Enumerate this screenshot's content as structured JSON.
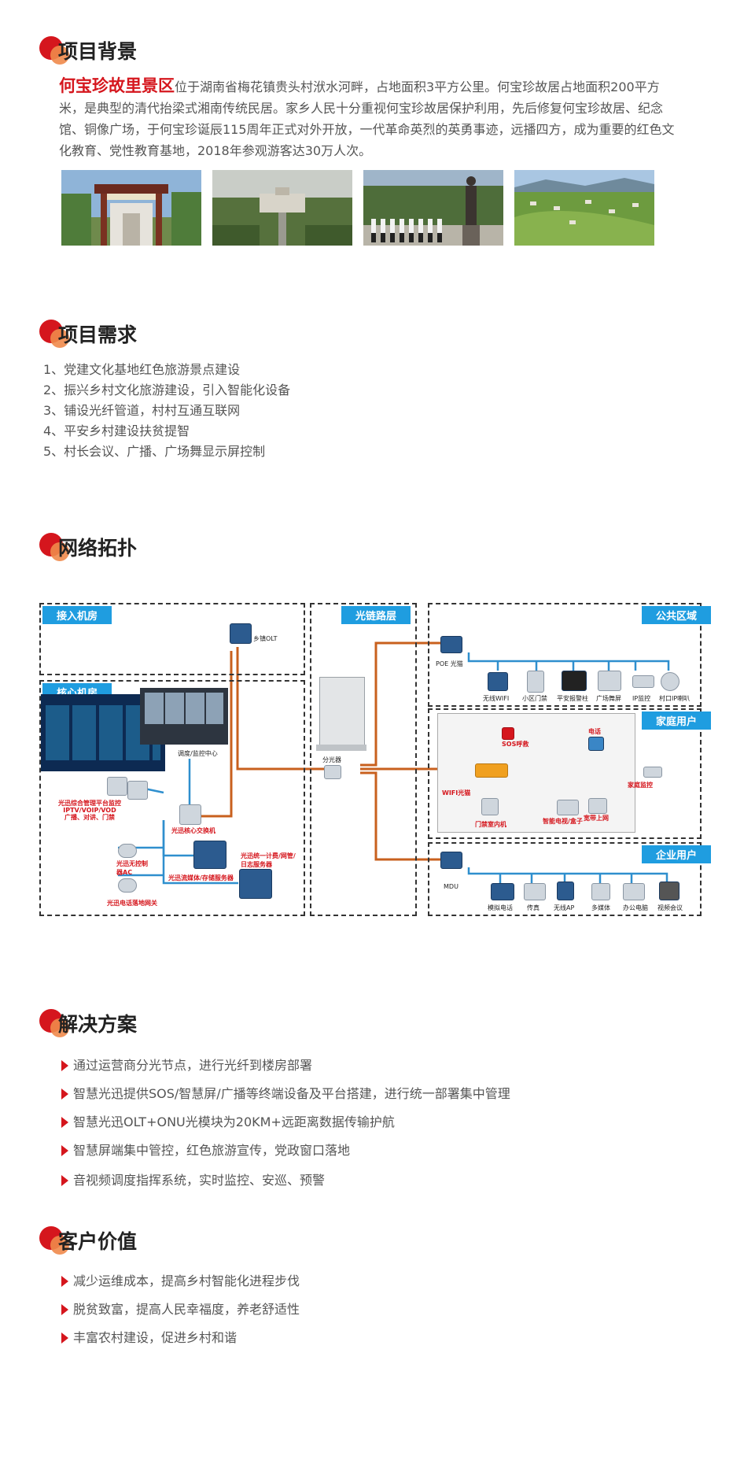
{
  "sections": {
    "background": {
      "title": "项目背景"
    },
    "requirements": {
      "title": "项目需求"
    },
    "topology": {
      "title": "网络拓扑"
    },
    "solution": {
      "title": "解决方案"
    },
    "value": {
      "title": "客户价值"
    }
  },
  "background": {
    "highlight": "何宝珍故里景区",
    "text": "位于湖南省梅花镇贵头村洑水河畔，占地面积3平方公里。何宝珍故居占地面积200平方米，是典型的清代抬梁式湘南传统民居。家乡人民十分重视何宝珍故居保护利用，先后修复何宝珍故居、纪念馆、铜像广场，于何宝珍诞辰115周年正式对外开放，一代革命英烈的英勇事迹，远播四方，成为重要的红色文化教育、党性教育基地，2018年参观游客达30万人次。"
  },
  "requirements": [
    "1、党建文化基地红色旅游景点建设",
    "2、振兴乡村文化旅游建设，引入智能化设备",
    "3、铺设光纤管道，村村互通互联网",
    "4、平安乡村建设扶贫提智",
    "5、村长会议、广播、广场舞显示屏控制"
  ],
  "topology": {
    "zones": {
      "access_room": "接入机房",
      "core_room": "核心机房",
      "fiber_layer": "光链路层",
      "public_area": "公共区域",
      "home_user": "家庭用户",
      "enterprise_user": "企业用户"
    },
    "labels": {
      "olt": "乡镇OLT",
      "dispatch": "调度/监控中心",
      "platform": "光迅综合管理平台监控\nIPTV/VOIP/VOD\n广播、对讲、门禁",
      "core_switch": "光迅核心交换机",
      "ac": "光迅无控制器AC",
      "storage": "光迅流媒体/存储服务器",
      "billing": "光迅统一计费/网管/日志服务器",
      "gateway": "光迅电话落地网关",
      "splitter": "分光器",
      "poe": "POE 光猫",
      "wifi": "无线WIFI",
      "door": "小区门禁",
      "security": "平安报警柱",
      "dance": "广场舞屏",
      "ip_cam": "IP监控",
      "speaker": "村口IP喇叭",
      "phone": "电话",
      "sos": "SOS呼救",
      "home_cam": "家庭监控",
      "wifi_onu": "WIFI光猫",
      "intercom": "门禁室内机",
      "smart_tv": "智能电视/盒子",
      "broadband": "宽带上网",
      "mdu": "MDU",
      "analog_phone": "模拟电话",
      "fax": "传真",
      "wireless_ap": "无线AP",
      "media": "多媒体",
      "office_pc": "办公电脑",
      "video_conf": "视频会议"
    }
  },
  "solution": [
    "通过运营商分光节点，进行光纤到楼房部署",
    "智慧光迅提供SOS/智慧屏/广播等终端设备及平台搭建，进行统一部署集中管理",
    "智慧光迅OLT+ONU光模块为20KM+远距离数据传输护航",
    "智慧屏端集中管控，红色旅游宣传，党政窗口落地",
    "音视频调度指挥系统，实时监控、安巡、预警"
  ],
  "value": [
    "减少运维成本，提高乡村智能化进程步伐",
    "脱贫致富，提高人民幸福度，养老舒适性",
    "丰富农村建设，促进乡村和谐"
  ],
  "colors": {
    "accent": "#d5161d",
    "tag": "#1f9de0",
    "fiber": "#c8601e",
    "link": "#2f8fce"
  }
}
